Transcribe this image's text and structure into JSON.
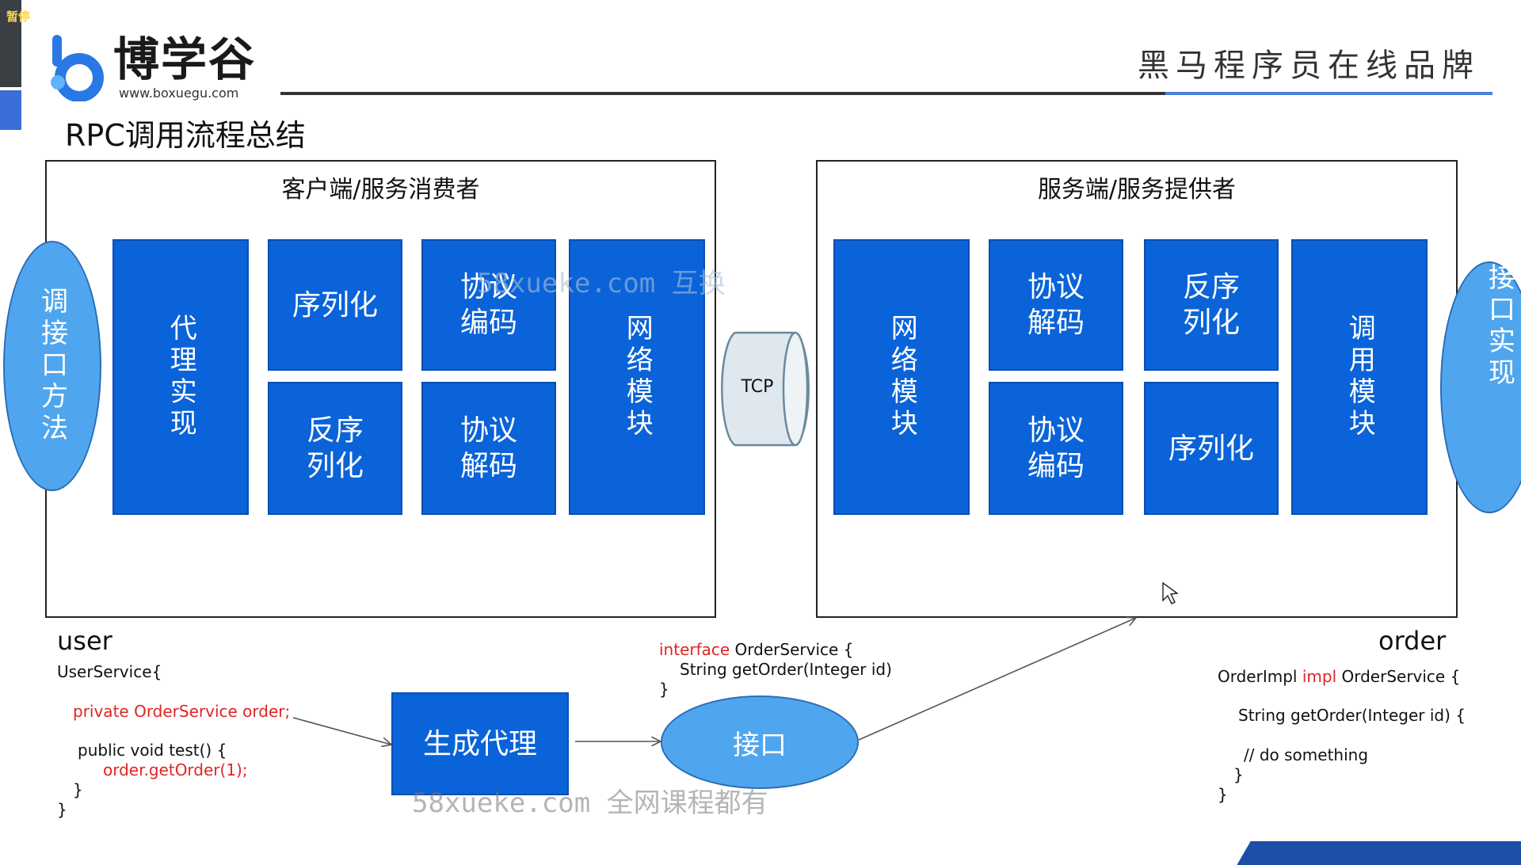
{
  "player": {
    "pause_label": "暂停"
  },
  "header": {
    "brand": "博学谷",
    "brand_url": "www.boxuegu.com",
    "slogan": "黑马程序员在线品牌"
  },
  "page_title": "RPC调用流程总结",
  "client": {
    "title": "客户端/服务消费者",
    "call_method": "调接口方法",
    "proxy": "代理实现",
    "serialize": "序列化",
    "deserialize": "反序\n列化",
    "encode": "协议\n编码",
    "decode": "协议\n解码",
    "network": "网络模块"
  },
  "tcp_label": "TCP",
  "server": {
    "title": "服务端/服务提供者",
    "network": "网络模块",
    "decode": "协议\n解码",
    "encode": "协议\n编码",
    "deserialize": "反序\n列化",
    "serialize": "序列化",
    "invoke": "调用模块",
    "impl": "接口实现"
  },
  "user_section": {
    "label": "user",
    "line1": "UserService{",
    "line2": "private OrderService order;",
    "line3": "public void test() {",
    "line4": "order.getOrder(1);",
    "line5": "}",
    "line6": "}"
  },
  "interface_code": {
    "keyword": "interface",
    "rest": " OrderService {",
    "line2": "String getOrder(Integer id)",
    "line3": "}"
  },
  "order_section": {
    "label": "order",
    "line1a": "OrderImpl ",
    "line1b": "impl",
    "line1c": " OrderService {",
    "line2": "String getOrder(Integer id) {",
    "line3": "// do something",
    "line4": "}",
    "line5": "}"
  },
  "gen_proxy": "生成代理",
  "interface_node": "接口",
  "watermarks": {
    "top": "58xueke.com 互换",
    "bottom": "58xueke.com 全网课程都有"
  },
  "colors": {
    "block_blue": "#0a63d8",
    "ellipse_blue": "#4fa6ee",
    "code_red": "#e02424",
    "accent": "#4a7fe0"
  }
}
